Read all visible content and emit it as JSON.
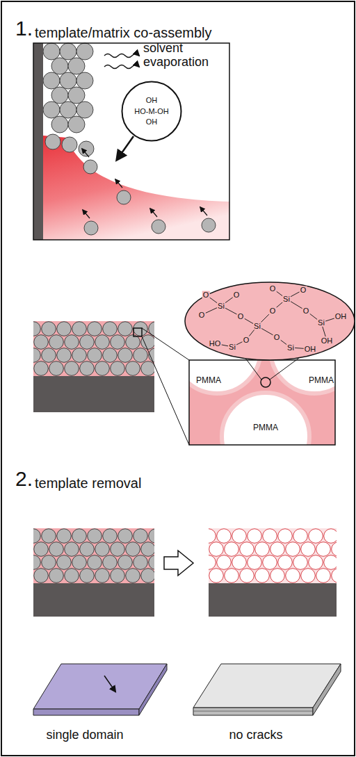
{
  "diagram": {
    "nodes": [
      {
        "text": [
          "OH",
          "HO-M-OH",
          "OH"
        ]
      }
    ],
    "labels": [
      "1.",
      "template/matrix co-assembly",
      "solvent evaporation",
      "O",
      "O",
      "Si",
      "O",
      "O",
      "Si",
      "O",
      "Si",
      "O",
      "O",
      "O",
      "Si",
      "OH",
      "OH",
      "O",
      "Si",
      "OH",
      "O",
      "Si",
      "HO",
      "PMMA",
      "PMMA",
      "PMMA",
      "2.",
      "template removal",
      "single domain",
      "no cracks"
    ]
  }
}
